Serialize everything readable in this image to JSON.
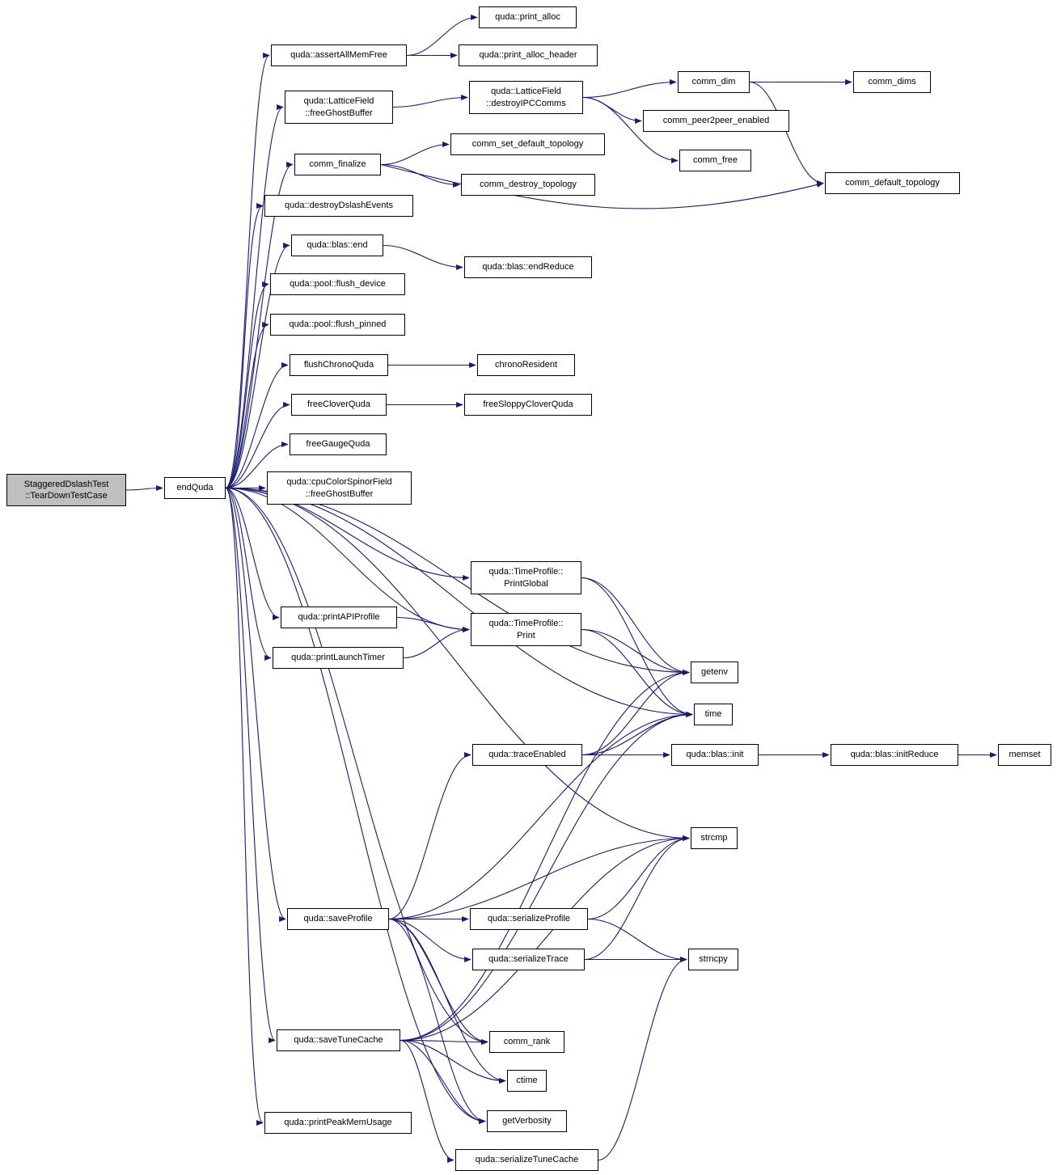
{
  "diagram": {
    "type": "call-graph",
    "edge_color": "#191970",
    "node_border_color": "#000000",
    "node_fill": "#ffffff",
    "highlight_fill": "#bfbfbf",
    "highlighted_node": "teardown",
    "nodes": [
      {
        "id": "teardown",
        "label": "StaggeredDslashTest\n::TearDownTestCase",
        "highlight": true
      },
      {
        "id": "endQuda",
        "label": "endQuda"
      },
      {
        "id": "assertAllMemFree",
        "label": "quda::assertAllMemFree"
      },
      {
        "id": "lfFreeGhostBuffer",
        "label": "quda::LatticeField\n::freeGhostBuffer"
      },
      {
        "id": "commFinalize",
        "label": "comm_finalize"
      },
      {
        "id": "destroyDslashEvents",
        "label": "quda::destroyDslashEvents"
      },
      {
        "id": "blasEnd",
        "label": "quda::blas::end"
      },
      {
        "id": "flushDevice",
        "label": "quda::pool::flush_device"
      },
      {
        "id": "flushPinned",
        "label": "quda::pool::flush_pinned"
      },
      {
        "id": "flushChronoQuda",
        "label": "flushChronoQuda"
      },
      {
        "id": "freeCloverQuda",
        "label": "freeCloverQuda"
      },
      {
        "id": "freeGaugeQuda",
        "label": "freeGaugeQuda"
      },
      {
        "id": "cpuFreeGhostBuffer",
        "label": "quda::cpuColorSpinorField\n::freeGhostBuffer"
      },
      {
        "id": "printAPIProfile",
        "label": "quda::printAPIProfile"
      },
      {
        "id": "printLaunchTimer",
        "label": "quda::printLaunchTimer"
      },
      {
        "id": "saveProfile",
        "label": "quda::saveProfile"
      },
      {
        "id": "saveTuneCache",
        "label": "quda::saveTuneCache"
      },
      {
        "id": "printPeakMemUsage",
        "label": "quda::printPeakMemUsage"
      },
      {
        "id": "printAlloc",
        "label": "quda::print_alloc"
      },
      {
        "id": "printAllocHeader",
        "label": "quda::print_alloc_header"
      },
      {
        "id": "destroyIPCComms",
        "label": "quda::LatticeField\n::destroyIPCComms"
      },
      {
        "id": "commSetDefaultTopology",
        "label": "comm_set_default_topology"
      },
      {
        "id": "commDestroyTopology",
        "label": "comm_destroy_topology"
      },
      {
        "id": "blasEndReduce",
        "label": "quda::blas::endReduce"
      },
      {
        "id": "chronoResident",
        "label": "chronoResident"
      },
      {
        "id": "freeSloppyCloverQuda",
        "label": "freeSloppyCloverQuda"
      },
      {
        "id": "printGlobal",
        "label": "quda::TimeProfile::\nPrintGlobal"
      },
      {
        "id": "tpPrint",
        "label": "quda::TimeProfile::\nPrint"
      },
      {
        "id": "traceEnabled",
        "label": "quda::traceEnabled"
      },
      {
        "id": "serializeProfile",
        "label": "quda::serializeProfile"
      },
      {
        "id": "serializeTrace",
        "label": "quda::serializeTrace"
      },
      {
        "id": "commRank",
        "label": "comm_rank"
      },
      {
        "id": "ctime",
        "label": "ctime"
      },
      {
        "id": "getVerbosity",
        "label": "getVerbosity"
      },
      {
        "id": "serializeTuneCache",
        "label": "quda::serializeTuneCache"
      },
      {
        "id": "commDim",
        "label": "comm_dim"
      },
      {
        "id": "commPeer2peerEnabled",
        "label": "comm_peer2peer_enabled"
      },
      {
        "id": "commFree",
        "label": "comm_free"
      },
      {
        "id": "getenv",
        "label": "getenv"
      },
      {
        "id": "time",
        "label": "time"
      },
      {
        "id": "blasInit",
        "label": "quda::blas::init"
      },
      {
        "id": "strcmp",
        "label": "strcmp"
      },
      {
        "id": "strncpy",
        "label": "strncpy"
      },
      {
        "id": "commDims",
        "label": "comm_dims"
      },
      {
        "id": "commDefaultTopology",
        "label": "comm_default_topology"
      },
      {
        "id": "blasInitReduce",
        "label": "quda::blas::initReduce"
      },
      {
        "id": "memset",
        "label": "memset"
      }
    ],
    "edges": [
      {
        "from": "teardown",
        "to": "endQuda"
      },
      {
        "from": "endQuda",
        "to": "assertAllMemFree"
      },
      {
        "from": "endQuda",
        "to": "lfFreeGhostBuffer"
      },
      {
        "from": "endQuda",
        "to": "commFinalize"
      },
      {
        "from": "endQuda",
        "to": "destroyDslashEvents"
      },
      {
        "from": "endQuda",
        "to": "blasEnd"
      },
      {
        "from": "endQuda",
        "to": "flushDevice"
      },
      {
        "from": "endQuda",
        "to": "flushPinned"
      },
      {
        "from": "endQuda",
        "to": "flushChronoQuda"
      },
      {
        "from": "endQuda",
        "to": "freeCloverQuda"
      },
      {
        "from": "endQuda",
        "to": "freeGaugeQuda"
      },
      {
        "from": "endQuda",
        "to": "cpuFreeGhostBuffer"
      },
      {
        "from": "endQuda",
        "to": "getenv"
      },
      {
        "from": "endQuda",
        "to": "printGlobal"
      },
      {
        "from": "endQuda",
        "to": "printAPIProfile"
      },
      {
        "from": "endQuda",
        "to": "printLaunchTimer"
      },
      {
        "from": "endQuda",
        "to": "tpPrint"
      },
      {
        "from": "endQuda",
        "to": "time"
      },
      {
        "from": "endQuda",
        "to": "strcmp"
      },
      {
        "from": "endQuda",
        "to": "saveProfile"
      },
      {
        "from": "endQuda",
        "to": "saveTuneCache"
      },
      {
        "from": "endQuda",
        "to": "commRank"
      },
      {
        "from": "endQuda",
        "to": "getVerbosity"
      },
      {
        "from": "endQuda",
        "to": "printPeakMemUsage"
      },
      {
        "from": "assertAllMemFree",
        "to": "printAlloc"
      },
      {
        "from": "assertAllMemFree",
        "to": "printAllocHeader"
      },
      {
        "from": "lfFreeGhostBuffer",
        "to": "destroyIPCComms"
      },
      {
        "from": "commFinalize",
        "to": "commSetDefaultTopology"
      },
      {
        "from": "commFinalize",
        "to": "commDestroyTopology"
      },
      {
        "from": "commFinalize",
        "to": "commDefaultTopology"
      },
      {
        "from": "destroyIPCComms",
        "to": "commDim"
      },
      {
        "from": "destroyIPCComms",
        "to": "commPeer2peerEnabled"
      },
      {
        "from": "destroyIPCComms",
        "to": "commFree"
      },
      {
        "from": "commDim",
        "to": "commDims"
      },
      {
        "from": "commDim",
        "to": "commDefaultTopology"
      },
      {
        "from": "blasEnd",
        "to": "blasEndReduce"
      },
      {
        "from": "flushChronoQuda",
        "to": "chronoResident"
      },
      {
        "from": "freeCloverQuda",
        "to": "freeSloppyCloverQuda"
      },
      {
        "from": "printAPIProfile",
        "to": "tpPrint"
      },
      {
        "from": "printLaunchTimer",
        "to": "tpPrint"
      },
      {
        "from": "printGlobal",
        "to": "getenv"
      },
      {
        "from": "printGlobal",
        "to": "time"
      },
      {
        "from": "tpPrint",
        "to": "getenv"
      },
      {
        "from": "tpPrint",
        "to": "time"
      },
      {
        "from": "traceEnabled",
        "to": "blasInit"
      },
      {
        "from": "traceEnabled",
        "to": "getenv"
      },
      {
        "from": "traceEnabled",
        "to": "time"
      },
      {
        "from": "blasInit",
        "to": "blasInitReduce"
      },
      {
        "from": "blasInitReduce",
        "to": "memset"
      },
      {
        "from": "saveProfile",
        "to": "traceEnabled"
      },
      {
        "from": "saveProfile",
        "to": "serializeProfile"
      },
      {
        "from": "saveProfile",
        "to": "serializeTrace"
      },
      {
        "from": "saveProfile",
        "to": "time"
      },
      {
        "from": "saveProfile",
        "to": "ctime"
      },
      {
        "from": "saveProfile",
        "to": "commRank"
      },
      {
        "from": "saveProfile",
        "to": "getVerbosity"
      },
      {
        "from": "saveProfile",
        "to": "strcmp"
      },
      {
        "from": "serializeProfile",
        "to": "strcmp"
      },
      {
        "from": "serializeProfile",
        "to": "strncpy"
      },
      {
        "from": "serializeTrace",
        "to": "strcmp"
      },
      {
        "from": "serializeTrace",
        "to": "strncpy"
      },
      {
        "from": "saveTuneCache",
        "to": "serializeTuneCache"
      },
      {
        "from": "saveTuneCache",
        "to": "commRank"
      },
      {
        "from": "saveTuneCache",
        "to": "ctime"
      },
      {
        "from": "saveTuneCache",
        "to": "getVerbosity"
      },
      {
        "from": "saveTuneCache",
        "to": "time"
      },
      {
        "from": "saveTuneCache",
        "to": "strcmp"
      },
      {
        "from": "saveTuneCache",
        "to": "getenv"
      },
      {
        "from": "serializeTuneCache",
        "to": "strncpy"
      }
    ]
  }
}
